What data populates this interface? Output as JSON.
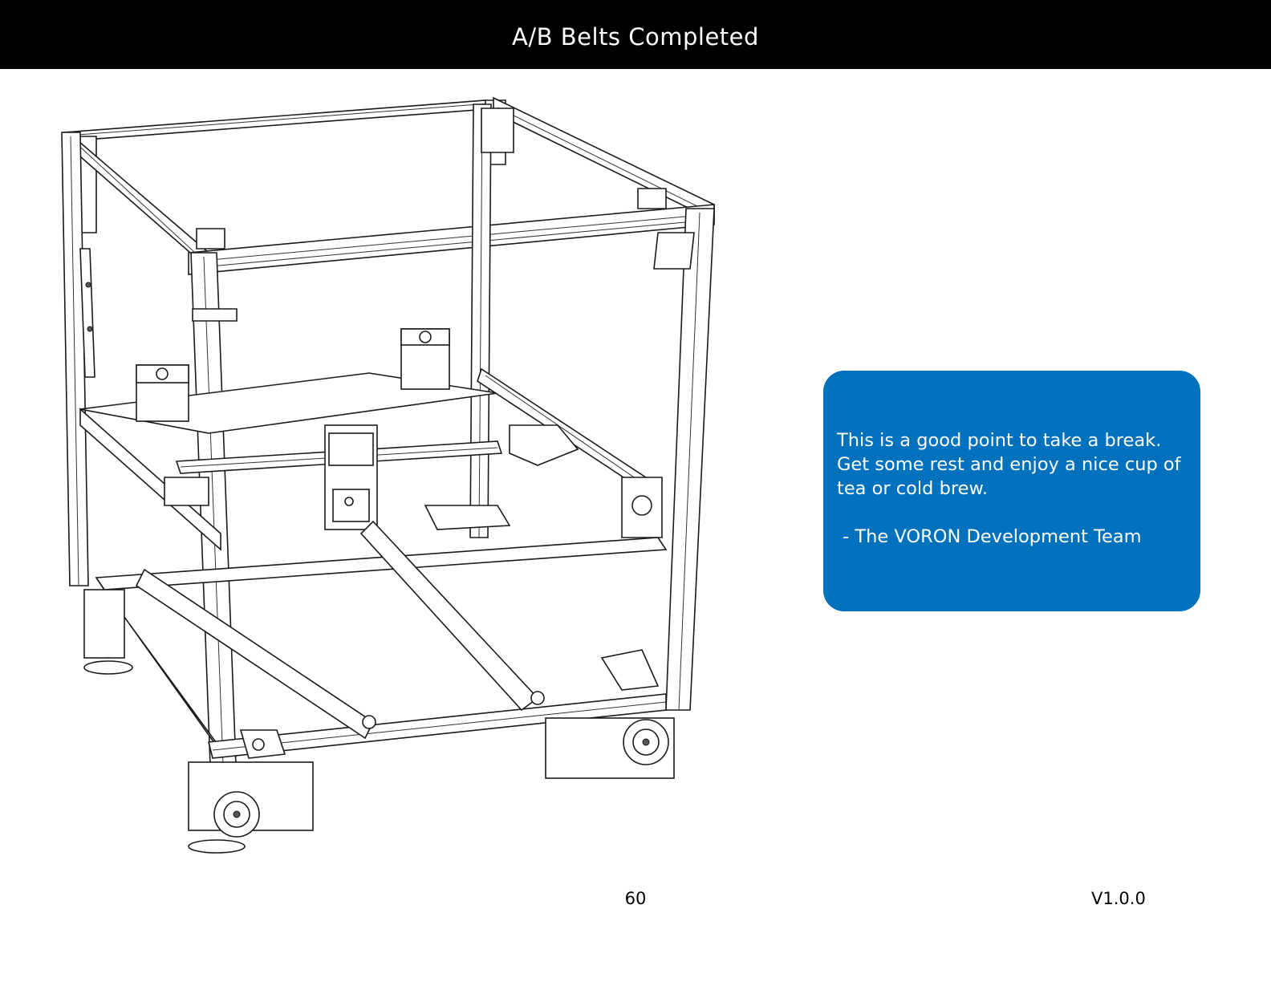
{
  "header": {
    "title": "A/B Belts Completed",
    "background": "#000000",
    "text_color": "#ffffff"
  },
  "note": {
    "lines": [
      "This is a good point to take a break.",
      "Get some rest and enjoy a nice cup of",
      "tea or cold brew."
    ],
    "signature": " - The VORON Development Team",
    "background": "#0071bd"
  },
  "footer": {
    "page_number": "60",
    "version": "V1.0.0"
  }
}
